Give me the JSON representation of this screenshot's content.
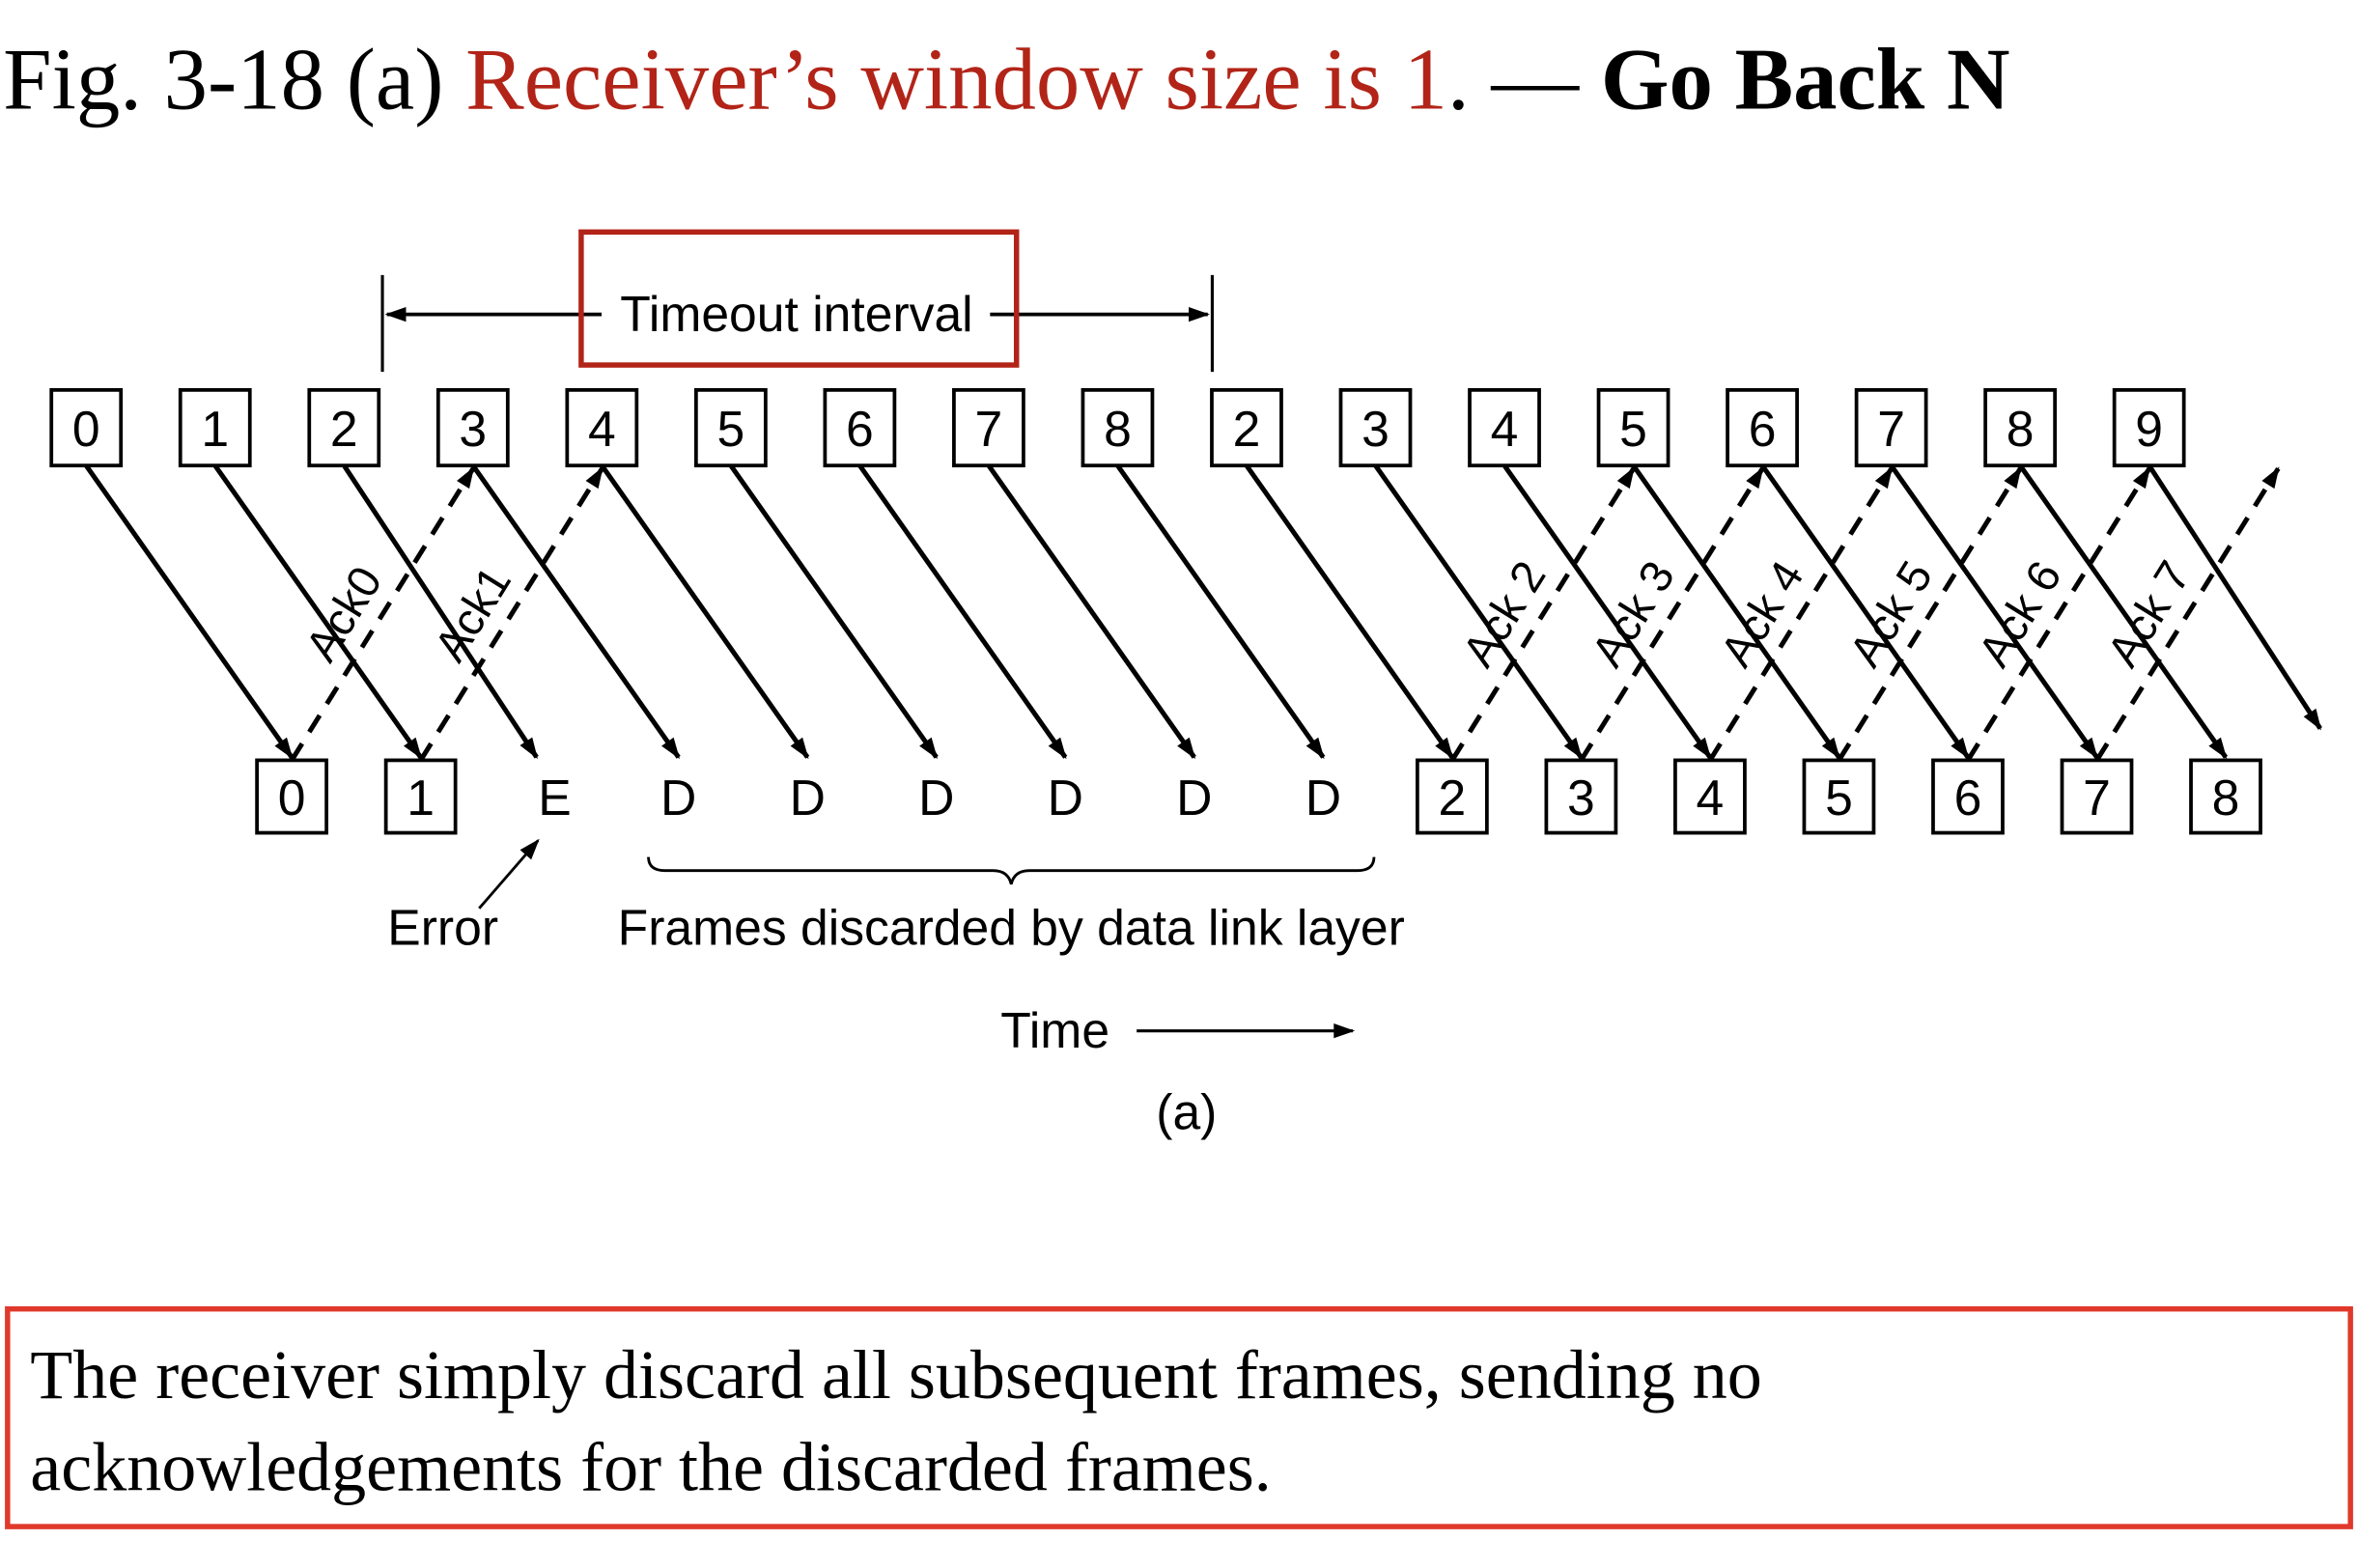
{
  "title": {
    "prefix": "Fig. 3-18 (a) ",
    "highlight": "Receiver’s window size is 1",
    "separator": ". — ",
    "emphasis": "Go Back N",
    "highlight_color": "#b22418"
  },
  "diagram": {
    "timeout_label": "Timeout interval",
    "timeout_box_color": "#b22418",
    "sender_frames": [
      "0",
      "1",
      "2",
      "3",
      "4",
      "5",
      "6",
      "7",
      "8",
      "2",
      "3",
      "4",
      "5",
      "6",
      "7",
      "8",
      "9"
    ],
    "receiver_slots": [
      {
        "label": "0",
        "boxed": true
      },
      {
        "label": "1",
        "boxed": true
      },
      {
        "label": "E",
        "boxed": false
      },
      {
        "label": "D",
        "boxed": false
      },
      {
        "label": "D",
        "boxed": false
      },
      {
        "label": "D",
        "boxed": false
      },
      {
        "label": "D",
        "boxed": false
      },
      {
        "label": "D",
        "boxed": false
      },
      {
        "label": "D",
        "boxed": false
      },
      {
        "label": "2",
        "boxed": true
      },
      {
        "label": "3",
        "boxed": true
      },
      {
        "label": "4",
        "boxed": true
      },
      {
        "label": "5",
        "boxed": true
      },
      {
        "label": "6",
        "boxed": true
      },
      {
        "label": "7",
        "boxed": true
      },
      {
        "label": "8",
        "boxed": true
      }
    ],
    "acks": [
      {
        "from_slot": 0,
        "label": "Ack0"
      },
      {
        "from_slot": 1,
        "label": "Ack1"
      },
      {
        "from_slot": 9,
        "label": "Ack 2"
      },
      {
        "from_slot": 10,
        "label": "Ack 3"
      },
      {
        "from_slot": 11,
        "label": "Ack 4"
      },
      {
        "from_slot": 12,
        "label": "Ack 5"
      },
      {
        "from_slot": 13,
        "label": "Ack 6"
      },
      {
        "from_slot": 14,
        "label": "Ack 7"
      }
    ],
    "error_label": "Error",
    "discarded_label": "Frames discarded by data link layer",
    "time_label": "Time",
    "subfigure_label": "(a)"
  },
  "note": {
    "line1": "The receiver simply discard all subsequent frames, sending no",
    "line2": "acknowledgements for the discarded frames.",
    "border_color": "#e0392b"
  }
}
